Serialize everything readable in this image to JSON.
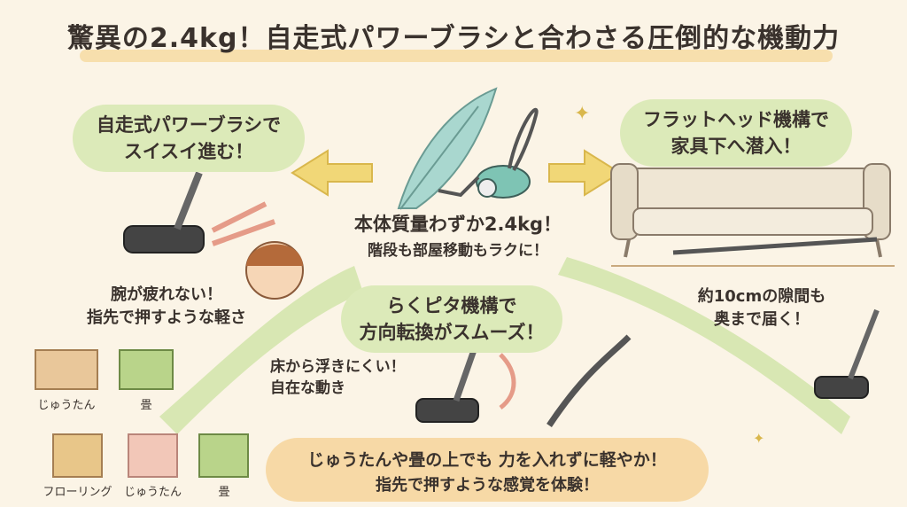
{
  "title": "驚異の2.4kg！自走式パワーブラシと合わさる圧倒的な機動力",
  "left_bubble": {
    "line1": "自走式パワーブラシで",
    "line2": "スイスイ進む！"
  },
  "right_bubble": {
    "line1": "フラットヘッド機構で",
    "line2": "家具下へ潜入！"
  },
  "center": {
    "line1": "本体質量わずか2.4kg！",
    "line2": "階段も部屋移動もラクに！"
  },
  "mid_bubble": {
    "line1": "らくピタ機構で",
    "line2": "方向転換がスムーズ！"
  },
  "left_caption": {
    "line1": "腕が疲れない！",
    "line2": "指先で押すような軽さ"
  },
  "right_caption": {
    "line1": "約10cmの隙間も",
    "line2": "奥まで届く！"
  },
  "float_caption": {
    "line1": "床から浮きにくい！",
    "line2": "自在な動き"
  },
  "floor_labels_top": [
    "じゅうたん",
    "畳"
  ],
  "floor_labels_bottom": [
    "フローリング",
    "じゅうたん",
    "畳"
  ],
  "bottom": {
    "line1": "じゅうたんや畳の上でも 力を入れずに軽やか！",
    "line2": "指先で押すような感覚を体験！"
  }
}
